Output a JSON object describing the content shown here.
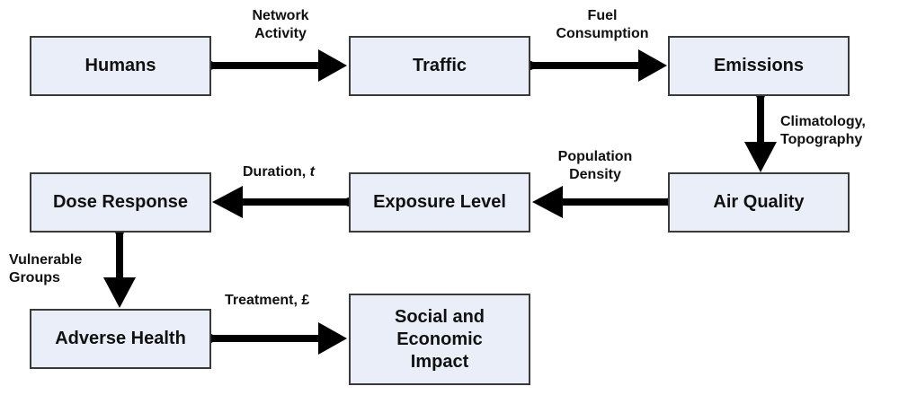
{
  "nodes": {
    "humans": "Humans",
    "traffic": "Traffic",
    "emissions": "Emissions",
    "air_quality": "Air Quality",
    "exposure_level": "Exposure Level",
    "dose_response": "Dose Response",
    "adverse_health": "Adverse Health",
    "social_economic_impact": "Social and\nEconomic\nImpact"
  },
  "edges": {
    "network_activity": {
      "line1": "Network",
      "line2": "Activity"
    },
    "fuel_consumption": {
      "line1": "Fuel",
      "line2": "Consumption"
    },
    "climatology_topography": {
      "line1": "Climatology,",
      "line2": "Topography"
    },
    "population_density": {
      "line1": "Population",
      "line2": "Density"
    },
    "duration": {
      "text": "Duration, ",
      "symbol": "t"
    },
    "vulnerable_groups": {
      "line1": "Vulnerable",
      "line2": "Groups"
    },
    "treatment": "Treatment, £"
  },
  "colors": {
    "box_fill": "#e9eef8",
    "box_border": "#3a3a3a",
    "arrow": "#000000"
  }
}
